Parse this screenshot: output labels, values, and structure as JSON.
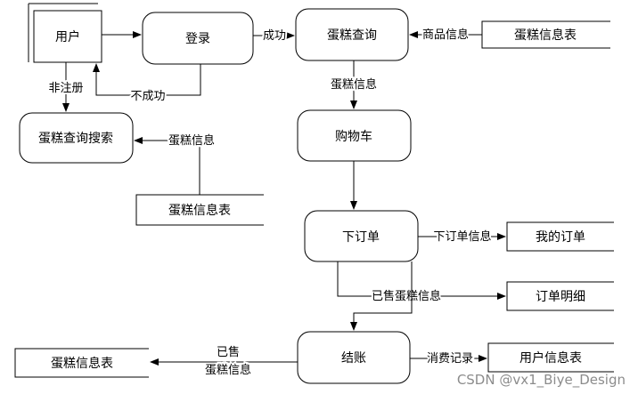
{
  "entities": {
    "user": "用户"
  },
  "processes": {
    "login": "登录",
    "cake_query": "蛋糕查询",
    "cake_query_search": "蛋糕查询搜索",
    "cart": "购物车",
    "place_order": "下订单",
    "checkout": "结账"
  },
  "stores": {
    "cake_info_table_top": "蛋糕信息表",
    "cake_info_table_mid": "蛋糕信息表",
    "my_orders": "我的订单",
    "order_details": "订单明细",
    "cake_info_table_bottom": "蛋糕信息表",
    "user_info_table": "用户信息表"
  },
  "flows": {
    "success": "成功",
    "not_registered": "非注册",
    "failed": "不成功",
    "product_info": "商品信息",
    "cake_info_down": "蛋糕信息",
    "cake_info_left": "蛋糕信息",
    "order_info": "下订单信息",
    "sold_cake_info": "已售蛋糕信息",
    "sold_line1": "已售",
    "sold_line2": "蛋糕信息",
    "consumption_record": "消费记录"
  },
  "watermark": "CSDN @vx1_Biye_Design"
}
